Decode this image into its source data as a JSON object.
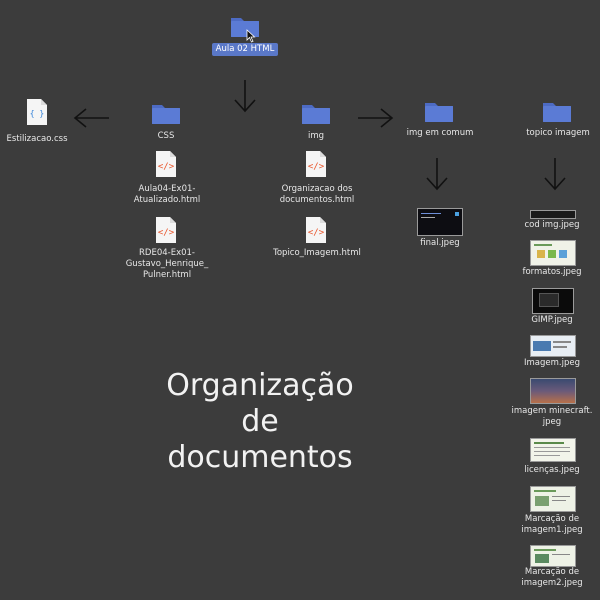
{
  "desktop": {
    "root_folder": {
      "label": "Aula 02 HTML",
      "icon": "folder-icon"
    },
    "folders": [
      {
        "key": "css",
        "label": "CSS",
        "icon": "folder-icon"
      },
      {
        "key": "img",
        "label": "img",
        "icon": "folder-icon"
      },
      {
        "key": "img_comum",
        "label": "img em comum",
        "icon": "folder-icon"
      },
      {
        "key": "topico",
        "label": "topico imagem",
        "icon": "folder-icon"
      }
    ],
    "files": {
      "estilizacao": "Estilizacao.css",
      "aula04": "Aula04-Ex01-\nAtualizado.html",
      "rde04": "RDE04-Ex01-\nGustavo_Henrique_\nPulner.html",
      "organizacao": "Organizacao dos\ndocumentos.html",
      "topico_imagem": "Topico_Imagem.html",
      "final": "final.jpeg"
    },
    "images": [
      "cod img.jpeg",
      "formatos.jpeg",
      "GIMP.jpeg",
      "Imagem.jpeg",
      "imagem minecraft.\njpeg",
      "licenças.jpeg",
      "Marcação de\nimagem1.jpeg",
      "Marcação de\nimagem2.jpeg"
    ],
    "title_lines": [
      "Organização",
      "de",
      "documentos"
    ],
    "colors": {
      "background": "#3c3c3c",
      "folder": "#5b7bd5",
      "selection": "#5a78c8",
      "html_icon": "#e9542a",
      "css_icon": "#2f7fd8"
    }
  }
}
